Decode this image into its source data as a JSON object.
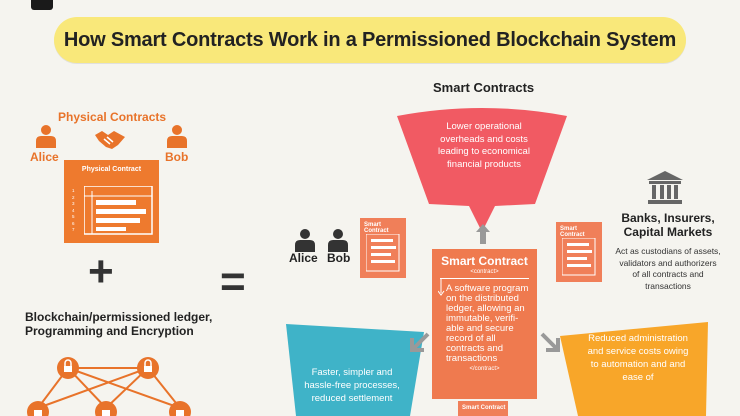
{
  "title": "How Smart Contracts Work in a Permissioned Blockchain System",
  "colors": {
    "banner": "#f9e87a",
    "orange": "#ee7a2e",
    "salmon": "#f07f59",
    "red": "#f15a63",
    "teal": "#3fb3c8",
    "yellow": "#f8a629"
  },
  "left": {
    "physical_contracts": "Physical Contracts",
    "alice": "Alice",
    "bob": "Bob",
    "physical_contract_card": "Physical Contract",
    "line_numbers": [
      "1",
      "2",
      "3",
      "4",
      "5",
      "6",
      "7"
    ],
    "plus": "+",
    "ledger_text": "Blockchain/permissioned ledger, Programming and Encryption"
  },
  "equals": "=",
  "right": {
    "heading": "Smart Contracts",
    "top_benefit": "Lower operational overheads and costs leading to economical financial products",
    "alice": "Alice",
    "bob": "Bob",
    "small_card_label": "Smart Contract",
    "banks_title": "Banks, Insurers, Capital Markets",
    "banks_desc": "Act as custodians of assets, validators and authorizers of all contracts and transactions",
    "main_card": {
      "title": "Smart Contract",
      "open_tag": "<contract>",
      "body": "A software program on the distributed ledger, allowing an immutable, verifi-able and secure record of all contracts and transactions",
      "close_tag": "</contract>"
    },
    "left_benefit": "Faster, simpler and hassle-free processes, reduced settlement",
    "right_benefit": "Reduced administration and service costs owing to automation and and ease of"
  }
}
